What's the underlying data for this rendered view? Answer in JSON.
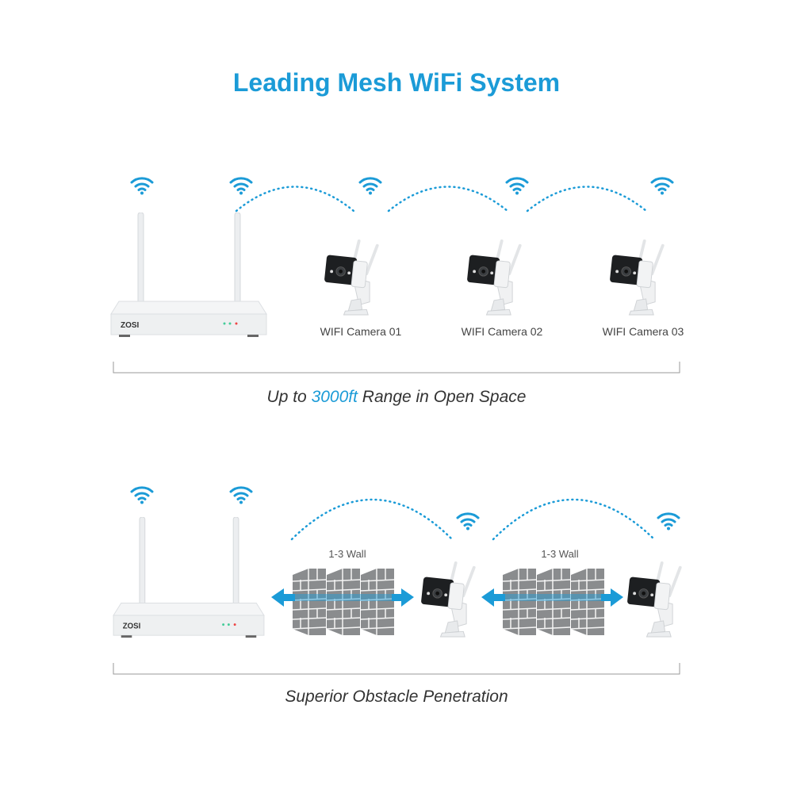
{
  "title": "Leading Mesh WiFi System",
  "colors": {
    "accent": "#1b9bd7",
    "text": "#333333"
  },
  "section_open_space": {
    "router_logo": "ZOSI",
    "cameras": [
      "WIFI Camera 01",
      "WIFI Camera 02",
      "WIFI Camera 03"
    ],
    "caption_pre": "Up to ",
    "caption_highlight": "3000ft",
    "caption_post": " Range in Open Space"
  },
  "section_obstacle": {
    "router_logo": "ZOSI",
    "wall_labels": [
      "1-3 Wall",
      "1-3 Wall"
    ],
    "caption": "Superior Obstacle Penetration"
  },
  "icons": [
    "wifi-icon",
    "router-icon",
    "camera-icon",
    "brick-wall-icon",
    "double-arrow-icon"
  ]
}
